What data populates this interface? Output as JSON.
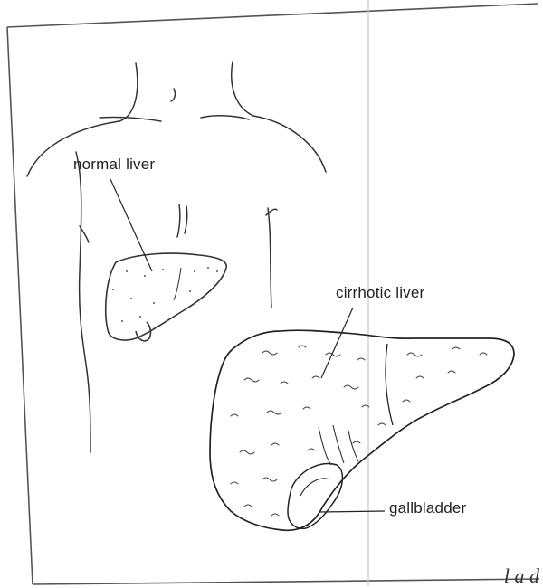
{
  "labels": {
    "normal_liver": "normal liver",
    "cirrhotic_liver": "cirrhotic liver",
    "gallbladder": "gallbladder"
  },
  "corner_text": "l a d"
}
